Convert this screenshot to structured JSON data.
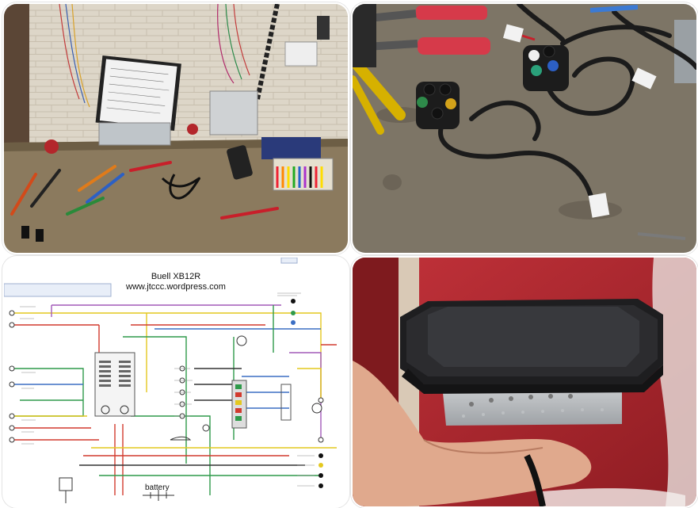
{
  "panels": [
    {
      "id": "workbench",
      "description_icon": "workbench-photo"
    },
    {
      "id": "switch-pods",
      "description_icon": "switch-photo"
    },
    {
      "id": "wiring-diagram",
      "title": "Buell XB12R",
      "subtitle": "www.jtccc.wordpress.com",
      "battery_label": "battery"
    },
    {
      "id": "dash-display",
      "description_icon": "dash-photo"
    }
  ],
  "colors": {
    "brick": "#d9d3c6",
    "bench": "#8a7a60",
    "wire_red": "#d23a2e",
    "wire_green": "#2f9a4a",
    "wire_yellow": "#e4c81f",
    "wire_blue": "#3b6fc4",
    "wire_purple": "#a25ab8",
    "bg_red": "#b3262b"
  }
}
